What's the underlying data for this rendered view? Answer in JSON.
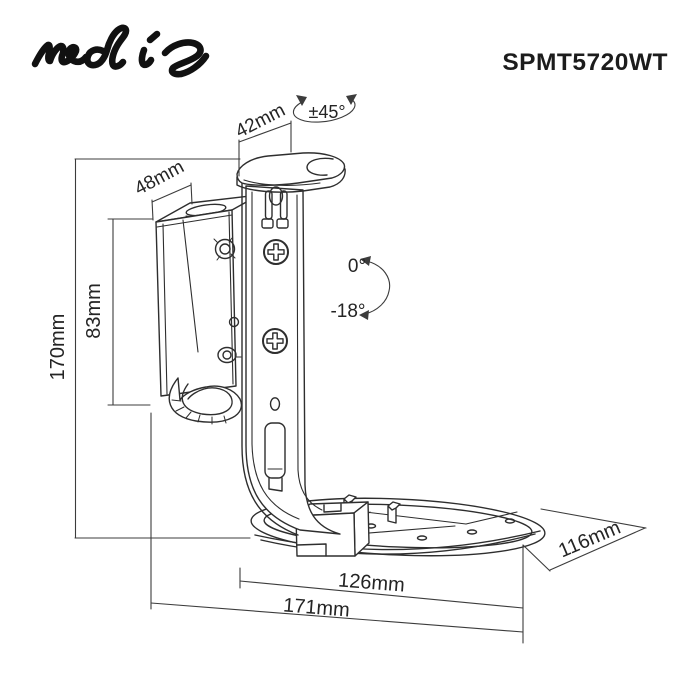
{
  "header": {
    "brand_logo": "nedis",
    "model_number": "SPMT5720WT"
  },
  "diagram": {
    "product": "Speaker wall-mount bracket technical drawing",
    "dimensions": {
      "top_bracket_depth": "42mm",
      "swivel_rotation": "±45°",
      "wall_plate_depth": "48mm",
      "wall_plate_height": "83mm",
      "overall_height": "170mm",
      "tilt_upper": "0°",
      "tilt_lower": "-18°",
      "base_width": "126mm",
      "base_depth": "116mm",
      "overall_depth": "171mm"
    }
  }
}
